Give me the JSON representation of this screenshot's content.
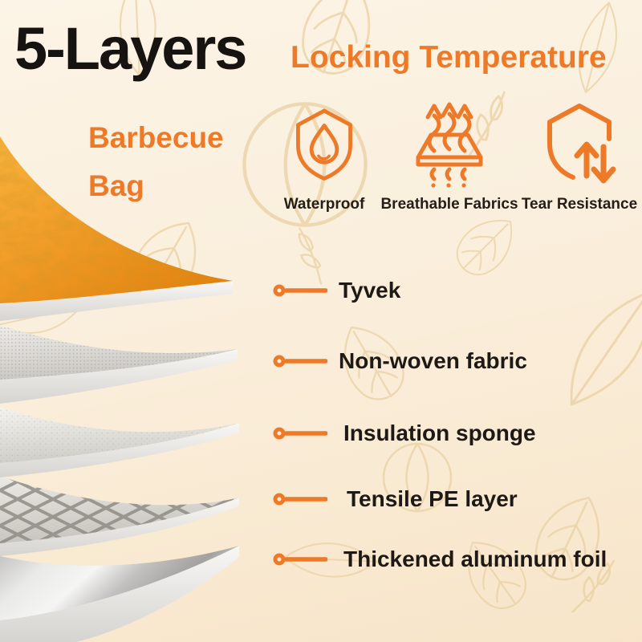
{
  "colors": {
    "accent": "#ED7A28",
    "heading": "#171310",
    "background_cream": "#FAEEDB",
    "pattern_leaf": "#EAD2A6"
  },
  "header": {
    "title": "5-Layers",
    "subtitle": "Locking Temperature"
  },
  "product_name": {
    "line1": "Barbecue",
    "line2": "Bag"
  },
  "features": [
    {
      "icon": "waterproof-shield-droplet-icon",
      "label": "Waterproof"
    },
    {
      "icon": "breathable-fabric-steam-icon",
      "label": "Breathable Fabrics"
    },
    {
      "icon": "tear-resistance-shield-arrows-icon",
      "label": "Tear Resistance"
    }
  ],
  "layers": [
    {
      "label": "Tyvek",
      "appearance": "orange mottled top sheet"
    },
    {
      "label": "Non-woven fabric",
      "appearance": "light gray dotted sheet"
    },
    {
      "label": "Insulation sponge",
      "appearance": "thick gray foam sheet"
    },
    {
      "label": "Tensile PE layer",
      "appearance": "diamond mesh sheet"
    },
    {
      "label": "Thickened aluminum foil",
      "appearance": "shiny metallic bottom sheet"
    }
  ]
}
